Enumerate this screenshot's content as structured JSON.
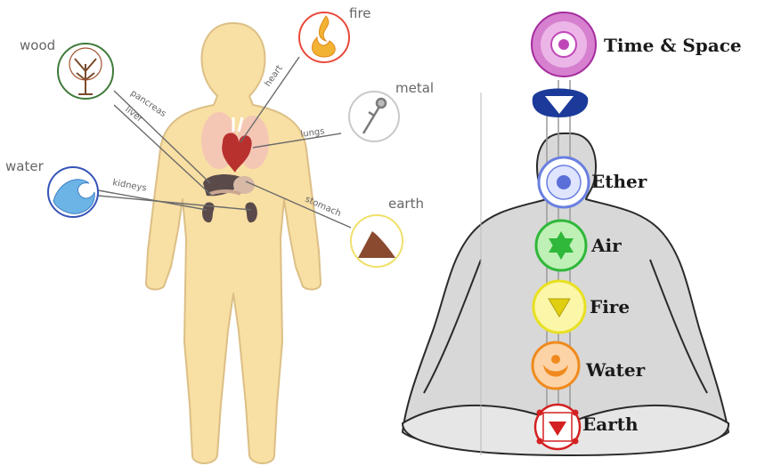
{
  "left_panel": {
    "elements": {
      "wood": "wood",
      "fire": "fire",
      "metal": "metal",
      "water": "water",
      "earth": "earth"
    },
    "organs": {
      "pancreas": "pancreas",
      "liver": "liver",
      "heart": "heart",
      "lungs": "lungs",
      "kidneys": "kidneys",
      "stomach": "stomach"
    },
    "colors": {
      "body_fill": "#f8dfa3",
      "body_stroke": "#dcbf86",
      "wood_ring": "#3f7a3a",
      "fire_ring": "#e8493a",
      "metal_ring": "#c9c9c9",
      "water_ring": "#3553b8",
      "earth_ring": "#f0e06a"
    }
  },
  "right_panel": {
    "chakras": [
      {
        "label": "Time & Space",
        "color": "#c046b8"
      },
      {
        "label": "Ether",
        "color": "#6a7fe0"
      },
      {
        "label": "Air",
        "color": "#2fb83a"
      },
      {
        "label": "Fire",
        "color": "#e8e020"
      },
      {
        "label": "Water",
        "color": "#f08a1e"
      },
      {
        "label": "Earth",
        "color": "#d42020"
      }
    ],
    "colors": {
      "crown_band": "#1b3a9a",
      "body_fill": "#d8d8d8",
      "outline": "#2a2a2a"
    }
  }
}
